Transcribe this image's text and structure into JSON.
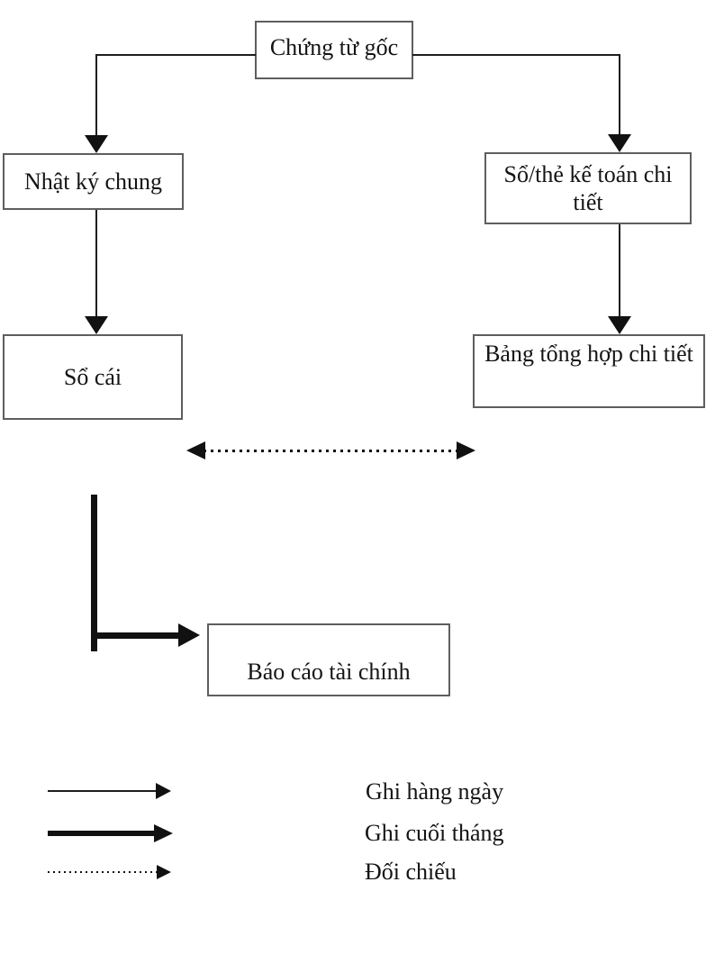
{
  "diagram": {
    "nodes": {
      "source_documents": {
        "label": "Chứng từ gốc"
      },
      "general_journal": {
        "label": "Nhật ký chung"
      },
      "detail_ledger_cards": {
        "label": "Sổ/thẻ kế toán chi tiết"
      },
      "general_ledger": {
        "label": "Sổ cái"
      },
      "detail_summary": {
        "label": "Bảng tổng hợp chi tiết"
      },
      "financial_statements": {
        "label": "Báo cáo tài chính"
      }
    },
    "legend": {
      "items": [
        {
          "line_style": "thin-solid-arrow",
          "label": "Ghi hàng ngày"
        },
        {
          "line_style": "thick-solid-arrow",
          "label": "Ghi cuối tháng"
        },
        {
          "line_style": "dotted-arrow",
          "label": "Đối chiếu"
        }
      ]
    },
    "colors": {
      "background": "#ffffff",
      "box_border": "#5e5e5e",
      "line": "#111111",
      "text": "#141414"
    }
  }
}
